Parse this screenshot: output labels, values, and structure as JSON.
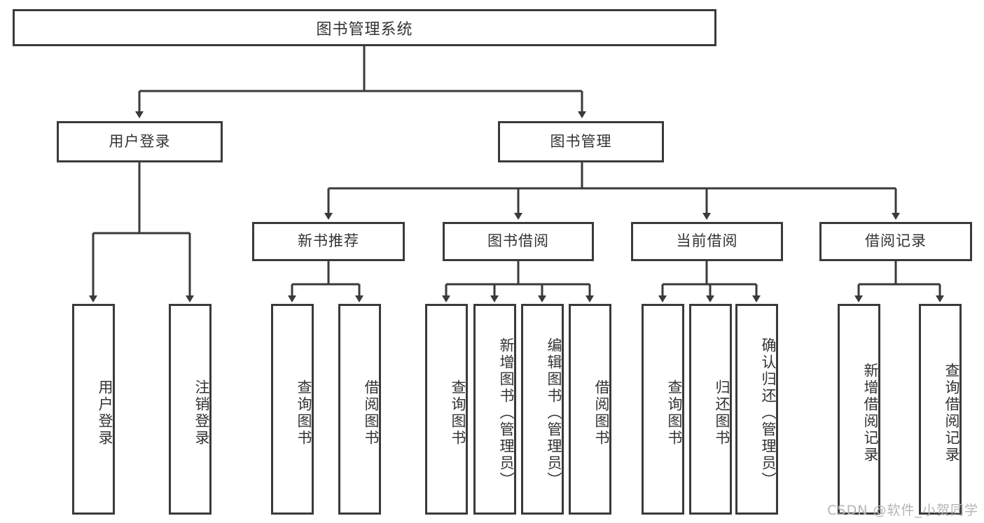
{
  "diagram": {
    "title": "图书管理系统",
    "type": "hierarchy-tree",
    "levels": 4,
    "stroke_color": "#3a3a3a",
    "text_color": "#333333",
    "background_color": "#ffffff"
  },
  "root": {
    "label": "图书管理系统"
  },
  "level2": [
    {
      "label": "用户登录"
    },
    {
      "label": "图书管理"
    }
  ],
  "level3": [
    {
      "label": "新书推荐"
    },
    {
      "label": "图书借阅"
    },
    {
      "label": "当前借阅"
    },
    {
      "label": "借阅记录"
    }
  ],
  "leaves": {
    "user_login": [
      {
        "label": "用户登录"
      },
      {
        "label": "注销登录"
      }
    ],
    "new_book_recommend": [
      {
        "label": "查询图书"
      },
      {
        "label": "借阅图书"
      }
    ],
    "book_borrow": [
      {
        "label": "查询图书"
      },
      {
        "label": "新增图书（管理员）"
      },
      {
        "label": "编辑图书（管理员）"
      },
      {
        "label": "借阅图书"
      }
    ],
    "current_borrow": [
      {
        "label": "查询图书"
      },
      {
        "label": "归还图书"
      },
      {
        "label": "确认归还（管理员）"
      }
    ],
    "borrow_record": [
      {
        "label": "新增借阅记录"
      },
      {
        "label": "查询借阅记录"
      }
    ]
  },
  "watermark": {
    "text": "CSDN @软件_小贺同学"
  }
}
